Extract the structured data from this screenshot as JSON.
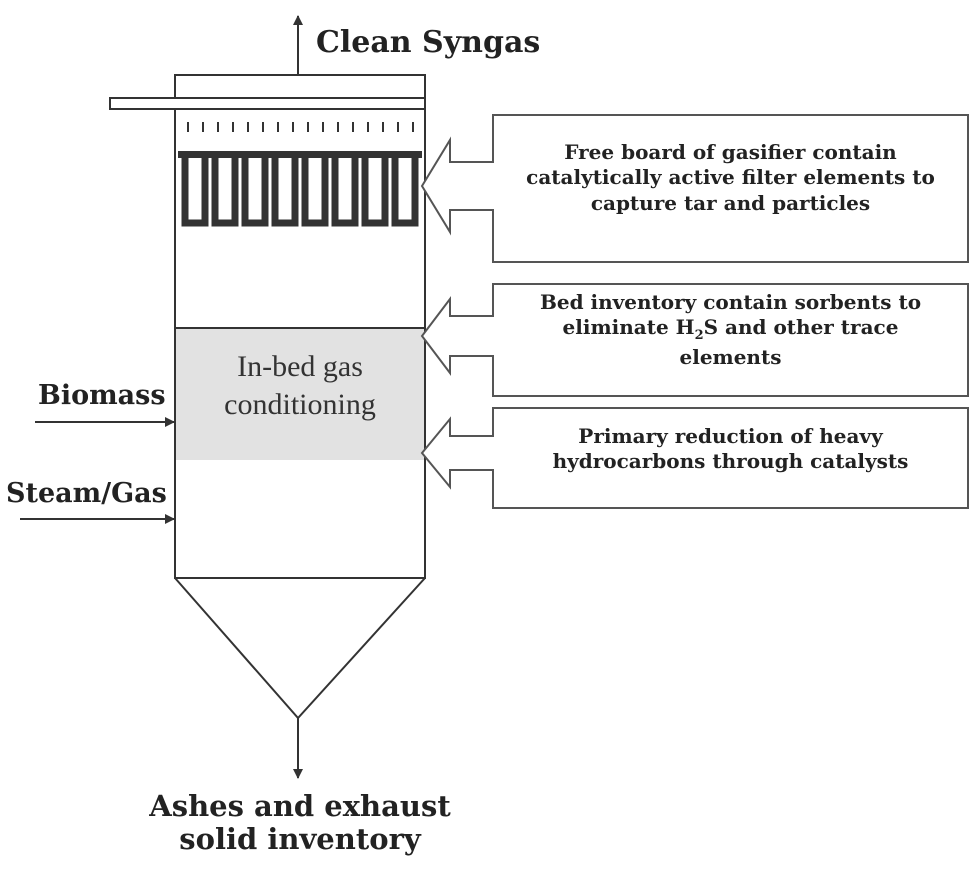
{
  "labels": {
    "top_outlet": "Clean Syngas",
    "inlet_biomass": "Biomass",
    "inlet_steam": "Steam/Gas",
    "bottom_outlet_line1": "Ashes and exhaust",
    "bottom_outlet_line2": "solid inventory",
    "bed_line1": "In-bed gas",
    "bed_line2": "conditioning"
  },
  "callouts": [
    {
      "line1": "Free board of gasifier contain",
      "line2": "catalytically active filter elements to",
      "line3": "capture tar and particles"
    },
    {
      "line1": "Bed inventory contain sorbents to",
      "line2_a": "eliminate H",
      "line2_sub": "2",
      "line2_b": "S and other trace",
      "line3": "elements"
    },
    {
      "line1": "Primary reduction of heavy",
      "line2": "hydrocarbons through catalysts"
    }
  ],
  "colors": {
    "line": "#333333",
    "bed_fill": "#e2e2e2"
  },
  "icons": {
    "up_arrow": "arrow-up-icon",
    "down_arrow": "arrow-down-icon",
    "right_arrow": "arrow-right-icon",
    "callout_arrow": "hollow-arrow-left-icon"
  }
}
